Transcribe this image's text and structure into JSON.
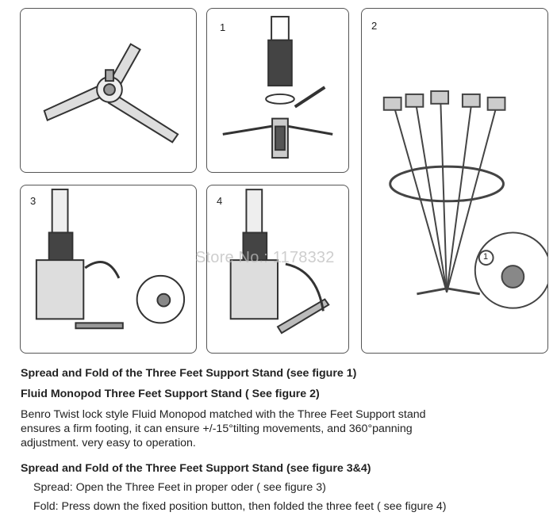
{
  "figures": {
    "fig1_label": "1",
    "fig2_label": "2",
    "fig3_label": "3",
    "fig4_label": "4",
    "callout_label": "1",
    "watermark": "Store No.: 1178332"
  },
  "text": {
    "heading1": "Spread and Fold of the Three Feet Support Stand (see figure 1)",
    "heading2": "Fluid Monopod Three Feet Support Stand ( See figure 2)",
    "para_line1": "Benro Twist lock style Fluid Monopod matched with the Three Feet Support stand",
    "para_line2": "ensures a firm footing, it can ensure +/-15°tilting movements, and 360°panning",
    "para_line3": "adjustment. very easy to operation.",
    "heading3": "Spread and Fold of the Three Feet Support Stand (see figure 3&4)",
    "spread": "Spread: Open the Three Feet in proper oder ( see figure 3)",
    "fold": "Fold: Press down the fixed position button, then folded the three feet ( see figure 4)"
  }
}
